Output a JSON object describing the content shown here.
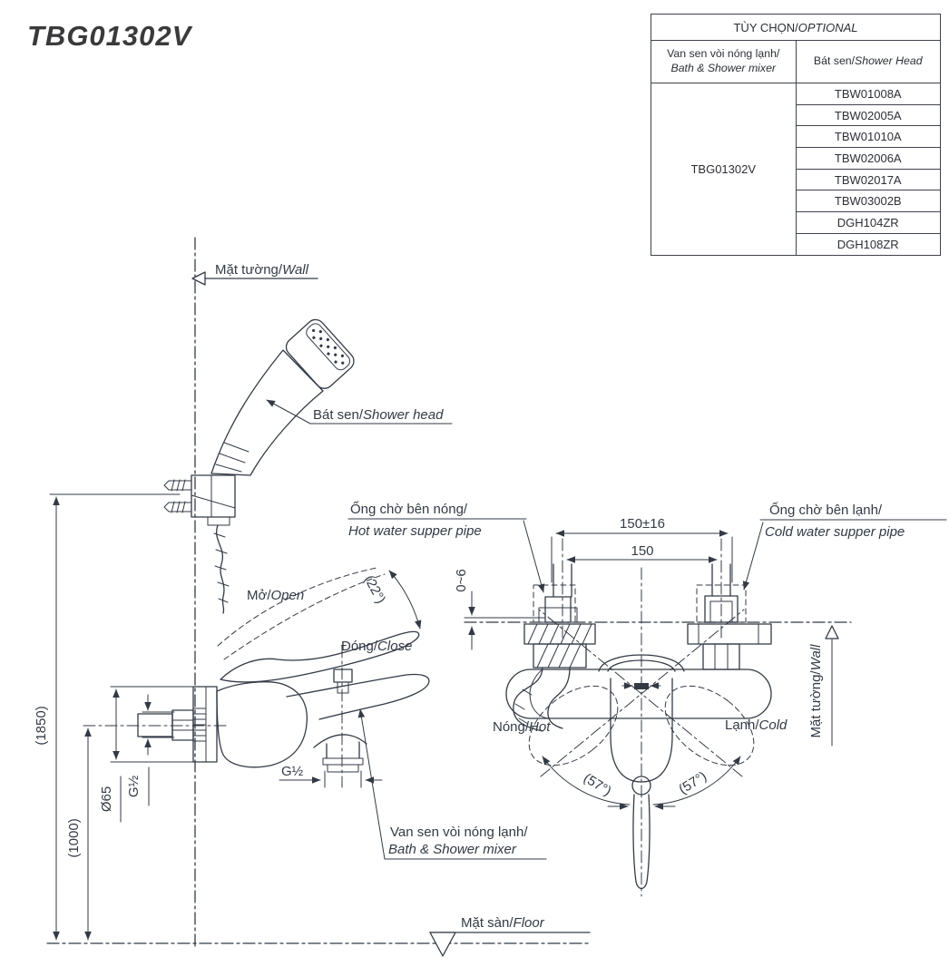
{
  "title": "TBG01302V",
  "table": {
    "header_vi": "TÙY CHỌN/",
    "header_en": "OPTIONAL",
    "mixer_col_vi": "Van sen vòi nóng lạnh/",
    "mixer_col_en": "Bath & Shower mixer",
    "head_col_vi": "Bát sen/",
    "head_col_en": "Shower Head",
    "mixer_model": "TBG01302V",
    "shower_heads": [
      "TBW01008A",
      "TBW02005A",
      "TBW01010A",
      "TBW02006A",
      "TBW02017A",
      "TBW03002B",
      "DGH104ZR",
      "DGH108ZR"
    ]
  },
  "labels": {
    "wall_top_vi": "Mặt tường/",
    "wall_top_en": "Wall",
    "shower_head_vi": "Bát sen/",
    "shower_head_en": "Shower head",
    "hot_pipe_vi": "Ống chờ bên nóng/",
    "hot_pipe_en": "Hot water supper pipe",
    "cold_pipe_vi": "Ống chờ bên lạnh/",
    "cold_pipe_en": "Cold water supper pipe",
    "open_vi": "Mở/",
    "open_en": "Open",
    "close_vi": "Đóng/",
    "close_en": "Close",
    "hot_vi": "Nóng/",
    "hot_en": "Hot",
    "cold_vi": "Lạnh/",
    "cold_en": "Cold",
    "mixer_vi": "Van sen vòi nóng lạnh/",
    "mixer_en": "Bath & Shower mixer",
    "floor_vi": "Mặt sàn/",
    "floor_en": "Floor",
    "wall_right_vi": "Mặt tường/",
    "wall_right_en": "Wall"
  },
  "dimensions": {
    "span_tolerance": "150±16",
    "span": "150",
    "wall_gap": "0~6",
    "open_angle": "(22°)",
    "swing_left": "(57°)",
    "swing_right": "(57°)",
    "height_shower": "(1850)",
    "height_mixer": "(1000)",
    "flange_diameter": "Ø65",
    "inlet_thread": "G½",
    "outlet_thread": "G½"
  },
  "colors": {
    "line": "#333a45",
    "background": "#ffffff"
  }
}
